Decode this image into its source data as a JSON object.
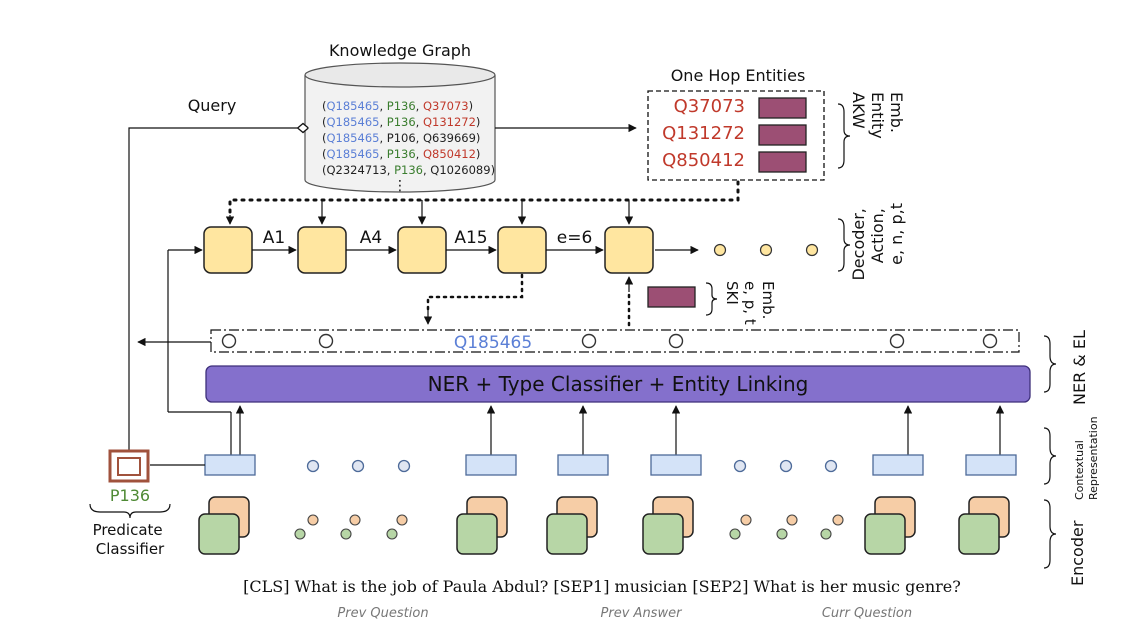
{
  "kg": {
    "title": "Knowledge Graph",
    "query_label": "Query",
    "triples": [
      [
        {
          "t": "Q185465",
          "c": "subj"
        },
        {
          "t": "P136",
          "c": "pred"
        },
        {
          "t": "Q37073",
          "c": "obj"
        }
      ],
      [
        {
          "t": "Q185465",
          "c": "subj"
        },
        {
          "t": "P136",
          "c": "pred"
        },
        {
          "t": "Q131272",
          "c": "obj"
        }
      ],
      [
        {
          "t": "Q185465",
          "c": "subj"
        },
        {
          "t": "P106",
          "c": "plain"
        },
        {
          "t": "Q639669",
          "c": "plain"
        }
      ],
      [
        {
          "t": "Q185465",
          "c": "subj"
        },
        {
          "t": "P136",
          "c": "pred"
        },
        {
          "t": "Q850412",
          "c": "obj"
        }
      ],
      [
        {
          "t": "Q2324713",
          "c": "plain"
        },
        {
          "t": "P136",
          "c": "pred"
        },
        {
          "t": "Q1026089",
          "c": "plain"
        }
      ]
    ],
    "ellipsis": "⋮"
  },
  "one_hop": {
    "title": "One Hop Entities",
    "entities": [
      "Q37073",
      "Q131272",
      "Q850412"
    ],
    "side_label": [
      "AKW",
      "Entity",
      "Emb."
    ]
  },
  "decoder": {
    "actions": [
      "A1",
      "A4",
      "A15",
      "e=6"
    ],
    "side_label": [
      "Decoder,",
      "Action,",
      "e, n, p,t"
    ]
  },
  "ski": {
    "side_label": [
      "SKI",
      "e, p, t",
      "Emb."
    ]
  },
  "ner": {
    "entity_span": "Q185465",
    "bar_label": "NER + Type Classifier + Entity Linking",
    "side_label": "NER & EL"
  },
  "contextual": {
    "side_label": [
      "Contextual",
      "Representation"
    ]
  },
  "encoder": {
    "side_label": "Encoder"
  },
  "predicate": {
    "value": "P136",
    "label": [
      "Predicate",
      "Classifier"
    ]
  },
  "sentence": "[CLS] What is the job of Paula Abdul? [SEP1] musician [SEP2] What is her music genre?",
  "segments": [
    "Prev Question",
    "Prev Answer",
    "Curr Question"
  ],
  "colors": {
    "subj": "#5b7fd6",
    "pred": "#3a7d2e",
    "obj": "#c0392b",
    "plain": "#222222",
    "node_fill": "#ffe6a0",
    "emb_fill": "#9c4f74",
    "bar_fill": "#8470cc",
    "ctx_fill": "#d4e3f8",
    "enc_front": "#b7d6a6",
    "enc_back": "#f6cda6",
    "dot_fill": "#e0e6f2",
    "pred_box": "#a0523c",
    "pred_text": "#4f8a35"
  }
}
